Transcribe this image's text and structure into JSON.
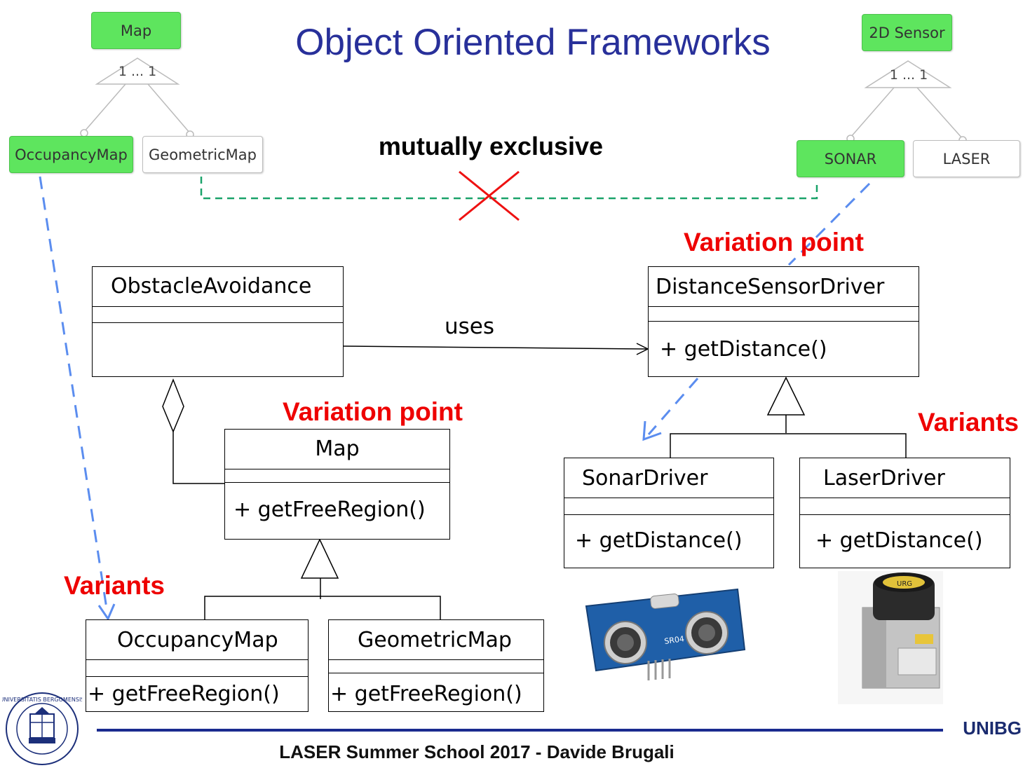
{
  "title": "Object Oriented Frameworks",
  "feature_model": {
    "left_root": "Map",
    "left_cardinality": "1 ... 1",
    "left_children": [
      "OccupancyMap",
      "GeometricMap"
    ],
    "right_root": "2D Sensor",
    "right_cardinality": "1 ... 1",
    "right_children": [
      "SONAR",
      "LASER"
    ],
    "constraint": "mutually exclusive"
  },
  "labels": {
    "variation_point_top": "Variation point",
    "variation_point_map": "Variation point",
    "variants_left": "Variants",
    "variants_right": "Variants",
    "uses": "uses"
  },
  "classes": {
    "obstacle": {
      "name": "ObstacleAvoidance",
      "op": ""
    },
    "dsd": {
      "name": "DistanceSensorDriver",
      "op": "+ getDistance()"
    },
    "map": {
      "name": "Map",
      "op": "+ getFreeRegion()"
    },
    "sonar": {
      "name": "SonarDriver",
      "op": "+ getDistance()"
    },
    "laser": {
      "name": "LaserDriver",
      "op": "+ getDistance()"
    },
    "occ": {
      "name": "OccupancyMap",
      "op": "+ getFreeRegion()"
    },
    "geo": {
      "name": "GeometricMap",
      "op": "+ getFreeRegion()"
    }
  },
  "colors": {
    "title": "#28309a",
    "selected_feature": "#5ee55e",
    "red_label": "#ee0000",
    "blue_arrow": "#5b8def",
    "constraint_line": "#1aa36a",
    "footer_rule": "#1a2b8f"
  },
  "footer": {
    "text": "LASER Summer School 2017 - Davide Brugali",
    "brand": "UNIBG",
    "seal_text": "UNIVERSITATIS BERGOMENSIS"
  },
  "images": {
    "sonar_sensor": "ultrasonic-sensor-image",
    "laser_sensor": "laser-scanner-image",
    "sonar_sensor_text": "SR04",
    "laser_sensor_text": "URG"
  }
}
